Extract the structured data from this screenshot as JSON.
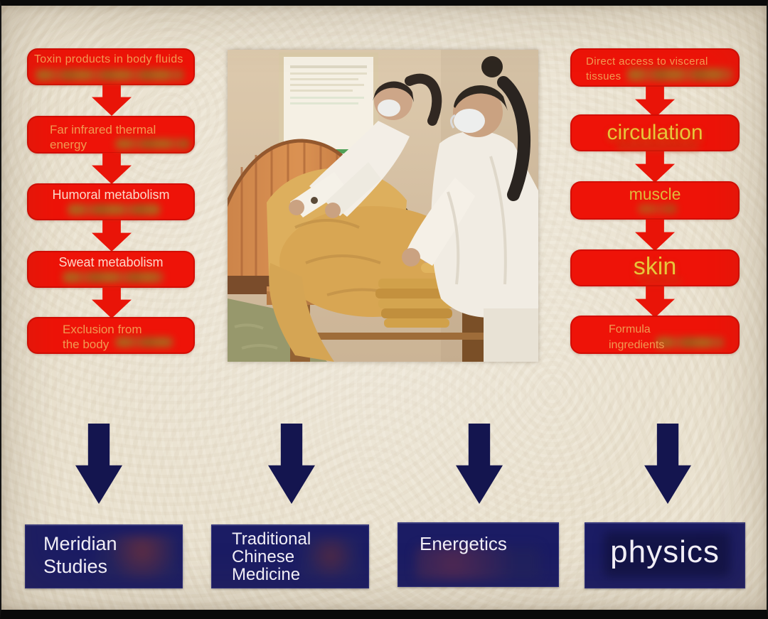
{
  "left_flow": {
    "steps": [
      {
        "label": "Toxin products in body fluids"
      },
      {
        "label": "Far infrared thermal\nenergy"
      },
      {
        "label": "Humoral metabolism"
      },
      {
        "label": "Sweat metabolism"
      },
      {
        "label": "Exclusion from\nthe body"
      }
    ]
  },
  "right_flow": {
    "steps": [
      {
        "label": "Direct access to visceral\ntissues"
      },
      {
        "label": "circulation"
      },
      {
        "label": "muscle"
      },
      {
        "label": "skin"
      },
      {
        "label": "Formula\ningredients"
      }
    ]
  },
  "bottom_row": {
    "items": [
      {
        "label": "Meridian\nStudies"
      },
      {
        "label": "Traditional\nChinese\nMedicine"
      },
      {
        "label": "Energetics"
      },
      {
        "label": "physics"
      }
    ]
  },
  "photo": {
    "alt": "Two therapists in white coats and face masks drape gold blankets over a client lying on a wooden bench beside an orange wooden barrel sauna; framed certificate on the wall behind"
  },
  "colors": {
    "background": "#eae2d0",
    "frame": "#0a0a0a",
    "box_red": "#ee1308",
    "arrow_red": "#e91408",
    "navy_box": "#1b1c64",
    "arrow_navy": "#14154f",
    "text_orange": "#f09a52",
    "text_pink": "#fbdac9",
    "text_yellow": "#e8c53a",
    "text_white": "#f1eef6"
  }
}
